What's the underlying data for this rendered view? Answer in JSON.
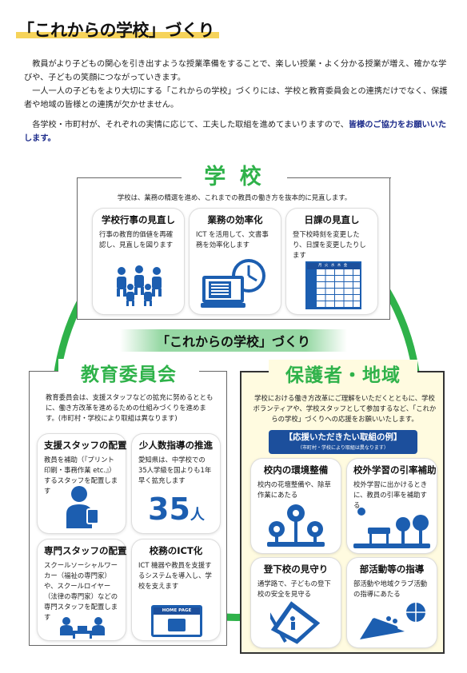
{
  "title": "「これからの学校」づくり",
  "intro": {
    "p1": "教員がより子どもの関心を引き出すような授業準備をすることで、楽しい授業・よく分かる授業が増え、確かな学びや、子どもの笑顔につながっていきます。",
    "p2": "一人一人の子どもをより大切にする「これからの学校」づくりには、学校と教育委員会との連携だけでなく、保護者や地域の皆様との連携が欠かせません。",
    "p3a": "各学校・市町村が、それぞれの実情に応じて、工夫した取組を進めてまいりますので、",
    "p3b": "皆様のご協力をお願いいたします。"
  },
  "school": {
    "heading": "学 校",
    "desc": "学校は、業務の精選を進め、これまでの教員の働き方を抜本的に見直します。",
    "cards": [
      {
        "title": "学校行事の見直し",
        "text": "行事の教育的価値を再確認し、見直しを図ります",
        "icon": "people-group-icon"
      },
      {
        "title": "業務の効率化",
        "text": "ICT を活用して、文書事務を効率化します",
        "icon": "computer-clock-icon"
      },
      {
        "title": "日課の見直し",
        "text": "登下校時刻を変更したり、日課を変更したりします",
        "icon": "timetable-icon"
      }
    ],
    "timetable_header": "月 火 水 木 金",
    "timetable_rows": [
      "1",
      "2",
      "3",
      "4",
      "5",
      "6"
    ]
  },
  "center_label": "「これからの学校」づくり",
  "board": {
    "heading": "教育委員会",
    "desc": "教育委員会は、支援スタッフなどの拡充に努めるとともに、働き方改革を進めるための仕組みづくりを進めます。(市町村・学校により取組は異なります)",
    "cards": [
      {
        "title": "支援スタッフの配置",
        "text": "教員を補助（『プリント印刷・事務作業 etc.』）するスタッフを配置します",
        "icon": "staff-person-icon"
      },
      {
        "title": "少人数指導の推進",
        "text": "愛知県は、中学校での35人学級を国よりも1年早く拡充します",
        "icon": "35-students-figure",
        "big_number": "35",
        "unit": "人"
      },
      {
        "title": "専門スタッフの配置",
        "text": "スクールソーシャルワーカー（福祉の専門家）や、スクールロイヤー（法律の専門家）などの専門スタッフを配置します",
        "icon": "consultation-icon"
      },
      {
        "title": "校務のICT化",
        "text": "ICT 機器や教員を支援するシステムを導入し、学校を支えます",
        "icon": "homepage-computer-icon",
        "screen_label": "HOME PAGE"
      }
    ]
  },
  "community": {
    "heading": "保護者・地域",
    "desc": "学校における働き方改革にご理解をいただくとともに、学校ボランティアや、学校スタッフとして参加するなど、「これからの学校」づくりへの応援をお願いいたします。",
    "banner": "【応援いただきたい取組の例】",
    "banner_note": "（市町村・学校により取組は異なります）",
    "cards": [
      {
        "title": "校内の環境整備",
        "text": "校内の花壇整備や、除草作業にあたる",
        "icon": "flowers-icon"
      },
      {
        "title": "校外学習の引率補助",
        "text": "校外学習に出かけるときに、教員の引率を補助する",
        "icon": "park-icon"
      },
      {
        "title": "登下校の見守り",
        "text": "通学路で、子どもの登下校の安全を見守る",
        "icon": "school-crossing-sign-icon"
      },
      {
        "title": "部活動等の指導",
        "text": "部活動や地域クラブ活動の指導にあたる",
        "icon": "trumpet-ball-icon"
      }
    ]
  },
  "colors": {
    "green": "#2fb24a",
    "blue": "#1c5eb0",
    "navy": "#1c4f9c",
    "yellow": "#f6d35a",
    "cream": "#fffbe0"
  }
}
